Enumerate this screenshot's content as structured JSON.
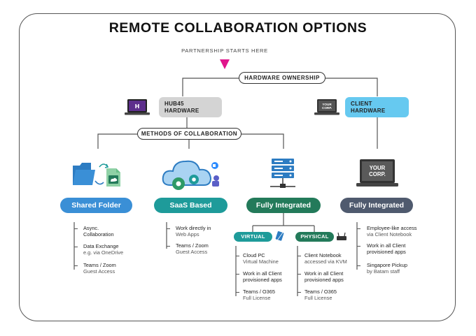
{
  "title": "REMOTE COLLABORATION OPTIONS",
  "start_label": "PARTNERSHIP STARTS HERE",
  "hardware_ownership": "HARDWARE OWNERSHIP",
  "methods_label": "METHODS OF COLLABORATION",
  "hub45": {
    "line1": "HUB45",
    "line2": "HARDWARE"
  },
  "client_hw": {
    "line1": "CLIENT",
    "line2": "HARDWARE"
  },
  "your_corp_small": {
    "line1": "YOUR",
    "line2": "CORP."
  },
  "your_corp_large": {
    "line1": "YOUR",
    "line2": "CORP."
  },
  "categories": {
    "shared_folder": "Shared Folder",
    "saas": "SaaS Based",
    "fully_integrated": "Fully Integrated",
    "client_fully_integrated": "Fully Integrated"
  },
  "subcategories": {
    "virtual": "VIRTUAL",
    "physical": "PHYSICAL"
  },
  "shared_items": [
    {
      "l1": "Async.",
      "l2": "Collaboration"
    },
    {
      "l1": "Data Exchange",
      "l2": "e.g. via OneDrive"
    },
    {
      "l1": "Teams / Zoom",
      "l2": "Guest Access"
    }
  ],
  "saas_items": [
    {
      "l1": "Work directly in",
      "l2": "Web Apps"
    },
    {
      "l1": "Teams / Zoom",
      "l2": "Guest Access"
    }
  ],
  "virtual_items": [
    {
      "l1": "Cloud PC",
      "l2": "Virtual Machine"
    },
    {
      "l1": "Work in all Client",
      "l2": "provisioned apps"
    },
    {
      "l1": "Teams / O365",
      "l2": "Full License"
    }
  ],
  "physical_items": [
    {
      "l1": "Client Notebook",
      "l2": "accessed via KVM"
    },
    {
      "l1": "Work in all Client",
      "l2": "provisioned apps"
    },
    {
      "l1": "Teams / O365",
      "l2": "Full License"
    }
  ],
  "client_items": [
    {
      "l1": "Employee-like access",
      "l2": "via Client Notebook"
    },
    {
      "l1": "Work in all Client",
      "l2": "provisioned apps"
    },
    {
      "l1": "Singapore Pickup",
      "l2": "by Batam staff"
    }
  ],
  "colors": {
    "blue": "#3a8fd6",
    "teal": "#1e9b9a",
    "green": "#237a5a",
    "slate": "#4f5a6e",
    "gray_box": "#d4d4d4",
    "cyan_box": "#66c9f0",
    "magenta": "#e0158c"
  }
}
